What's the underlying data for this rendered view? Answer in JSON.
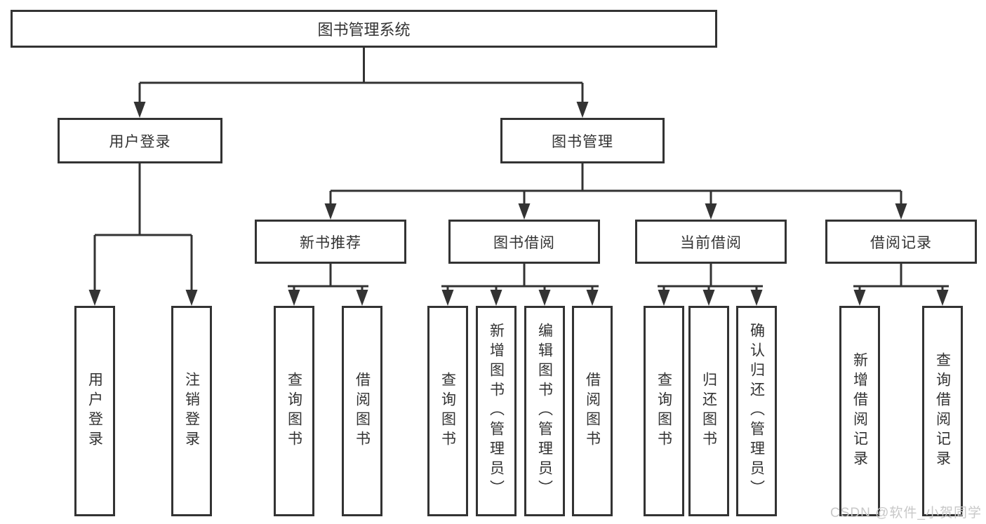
{
  "nodes": {
    "root": "图书管理系统",
    "user_login": "用户登录",
    "book_management": "图书管理",
    "new_book_recommend": "新书推荐",
    "book_borrow": "图书借阅",
    "current_borrow": "当前借阅",
    "borrow_records": "借阅记录",
    "leaf_user_login": "用户登录",
    "leaf_logout": "注销登录",
    "leaf_recommend_query_books": "查询图书",
    "leaf_recommend_borrow_books": "借阅图书",
    "leaf_borrow_query_books": "查询图书",
    "leaf_add_books_admin": "新增图书（管理员）",
    "leaf_edit_books_admin": "编辑图书（管理员）",
    "leaf_borrow_books": "借阅图书",
    "leaf_current_query_books": "查询图书",
    "leaf_return_books": "归还图书",
    "leaf_confirm_return_admin": "确认归还（管理员）",
    "leaf_add_borrow_record": "新增借阅记录",
    "leaf_query_borrow_record": "查询借阅记录"
  },
  "watermark": "CSDN @软件_小贺同学",
  "colors": {
    "line": "#333333",
    "box_border": "#333333",
    "box_fill": "#ffffff",
    "text": "#333333",
    "watermark": "#c8c8c8"
  }
}
